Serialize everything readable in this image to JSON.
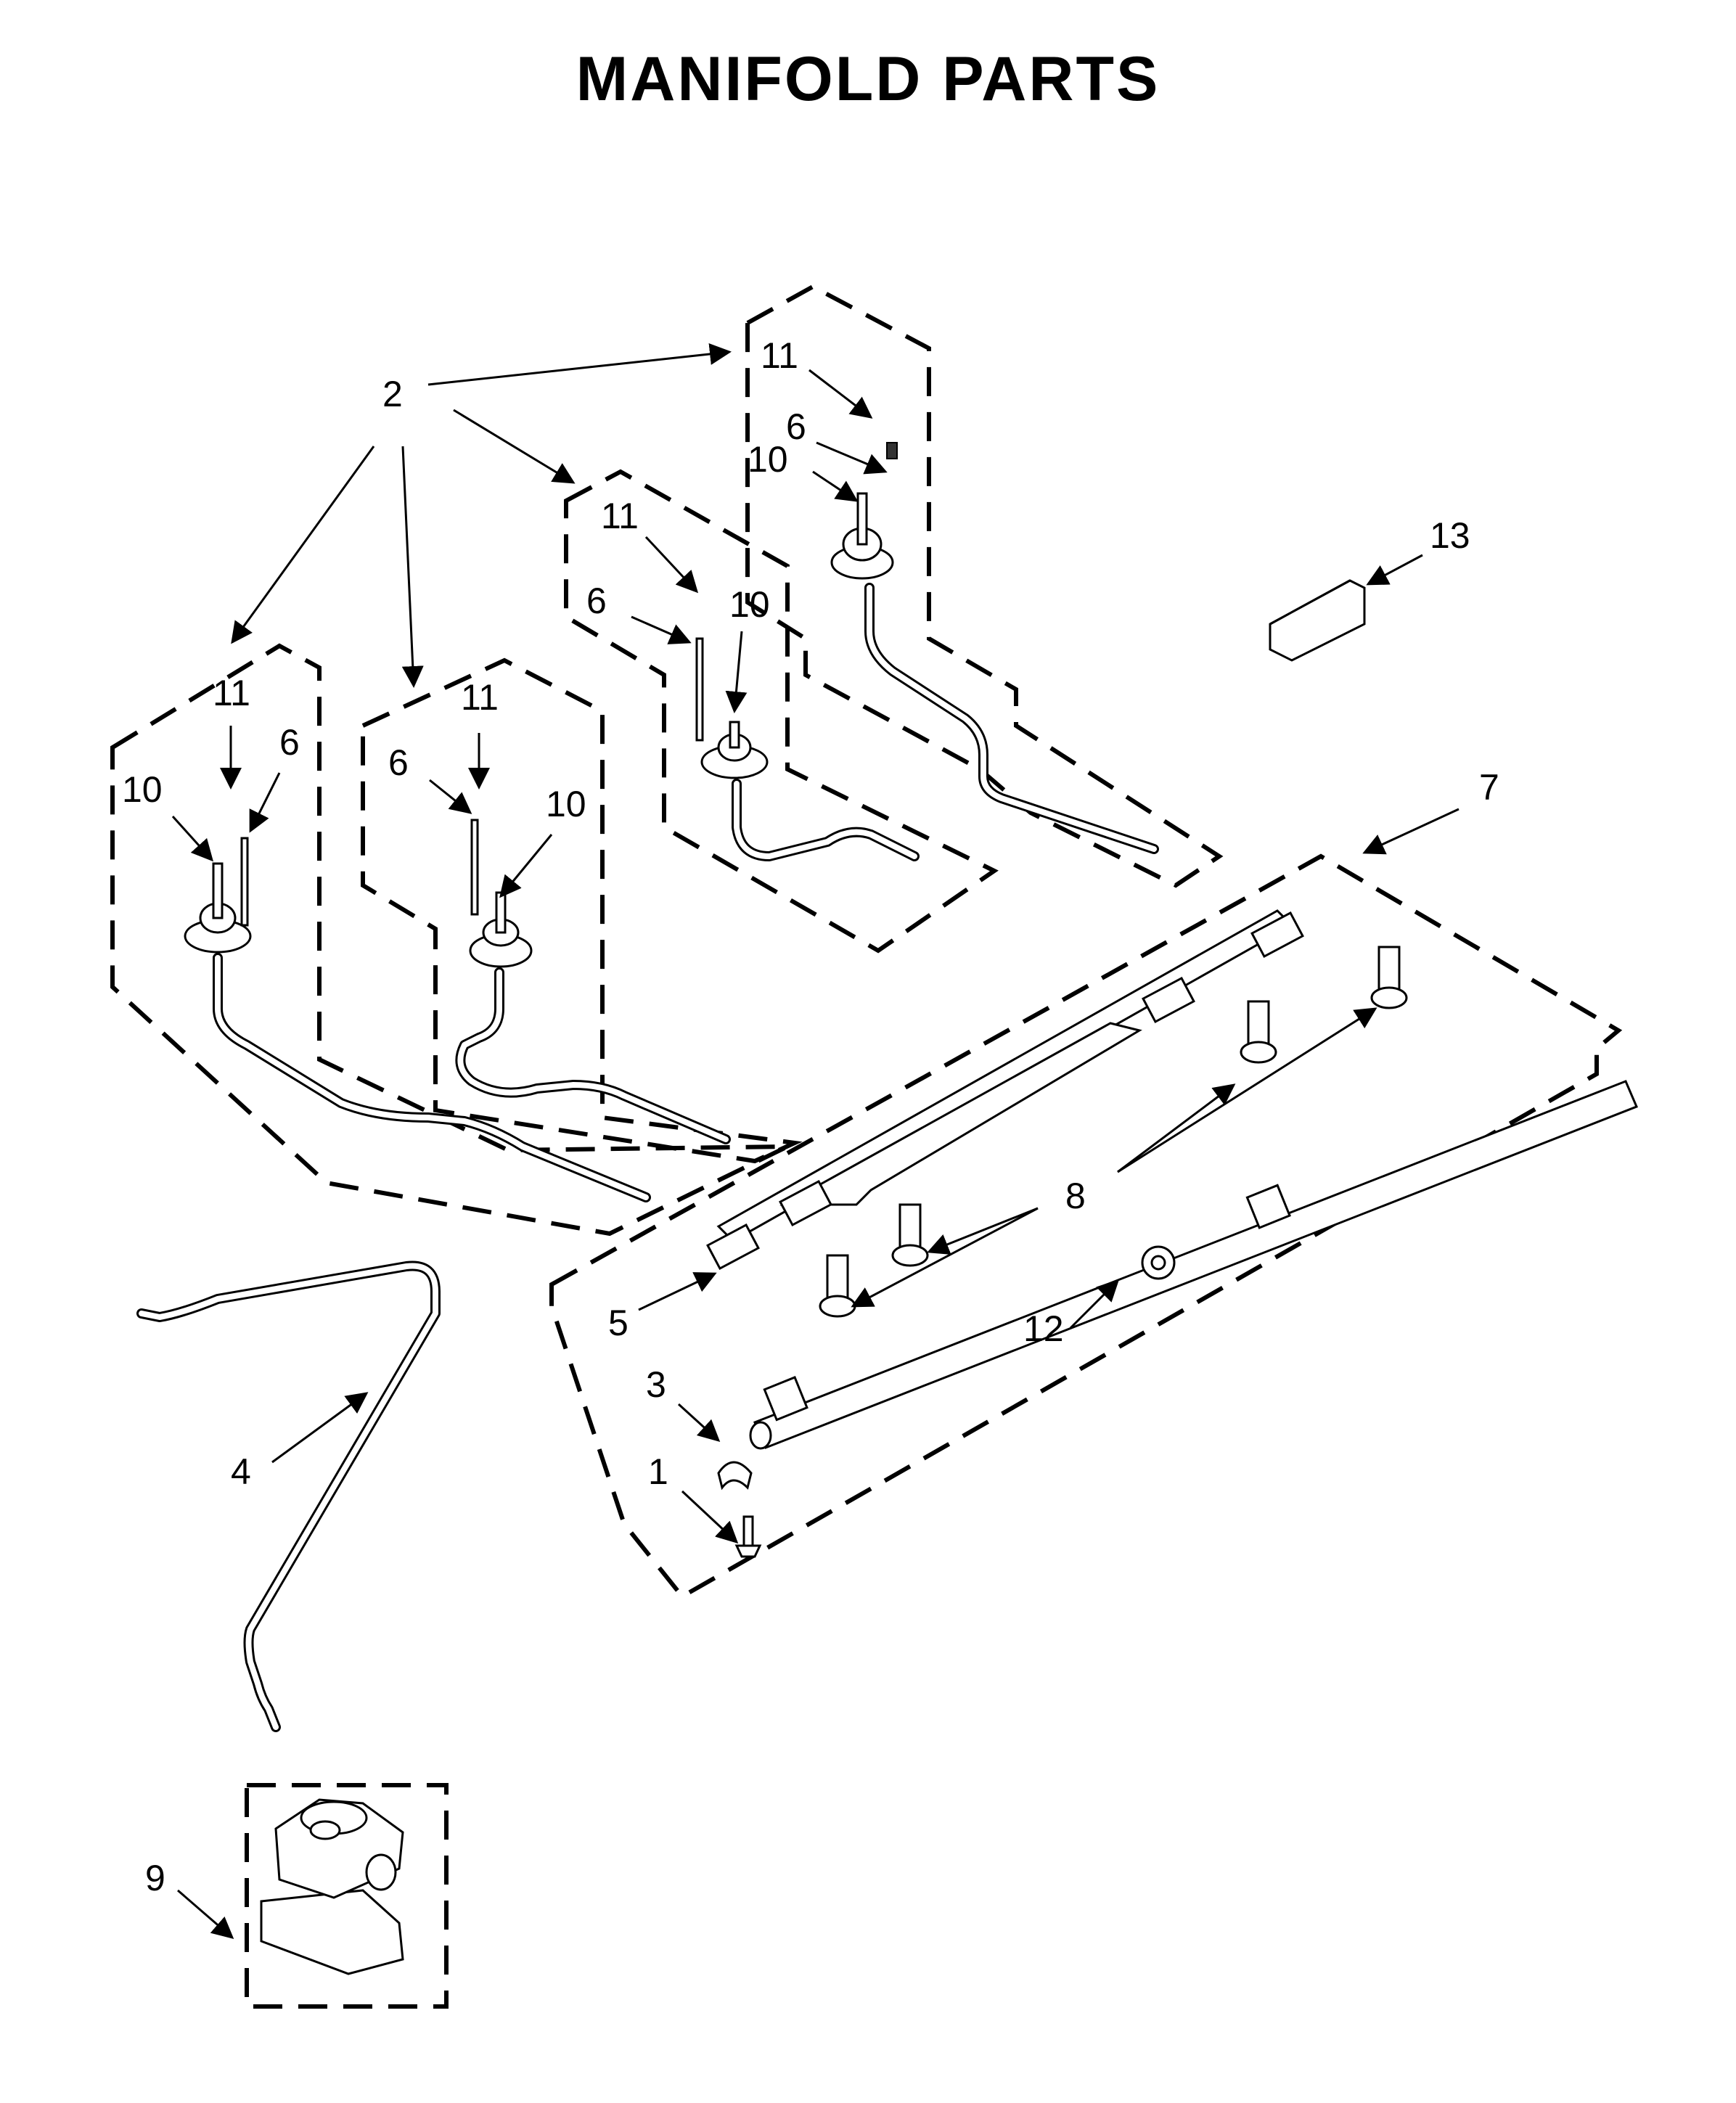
{
  "title": "MANIFOLD PARTS",
  "callouts": [
    {
      "id": "callout-2",
      "text": "2"
    },
    {
      "id": "callout-11-a",
      "text": "11"
    },
    {
      "id": "callout-6-a",
      "text": "6"
    },
    {
      "id": "callout-10-a",
      "text": "10"
    },
    {
      "id": "callout-11-b",
      "text": "11"
    },
    {
      "id": "callout-6-b",
      "text": "6"
    },
    {
      "id": "callout-10-b",
      "text": "10"
    },
    {
      "id": "callout-11-c",
      "text": "11"
    },
    {
      "id": "callout-6-c",
      "text": "6"
    },
    {
      "id": "callout-10-c",
      "text": "10"
    },
    {
      "id": "callout-11-d",
      "text": "11"
    },
    {
      "id": "callout-6-d",
      "text": "6"
    },
    {
      "id": "callout-10-d",
      "text": "10"
    },
    {
      "id": "callout-13",
      "text": "13"
    },
    {
      "id": "callout-7",
      "text": "7"
    },
    {
      "id": "callout-8",
      "text": "8"
    },
    {
      "id": "callout-5",
      "text": "5"
    },
    {
      "id": "callout-12",
      "text": "12"
    },
    {
      "id": "callout-3",
      "text": "3"
    },
    {
      "id": "callout-1",
      "text": "1"
    },
    {
      "id": "callout-4",
      "text": "4"
    },
    {
      "id": "callout-9",
      "text": "9"
    }
  ]
}
